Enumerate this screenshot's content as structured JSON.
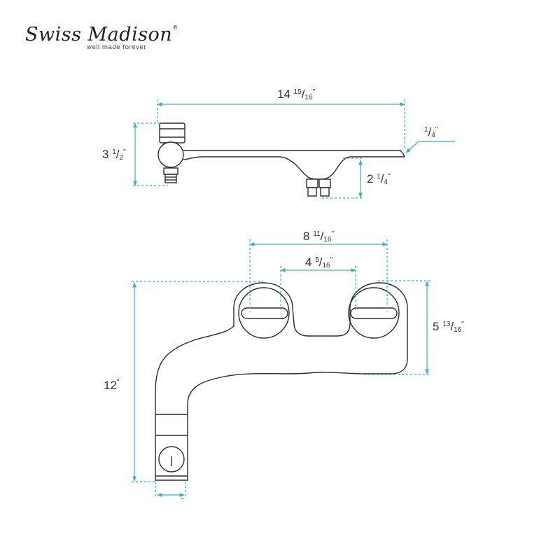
{
  "brand": {
    "name": "Swiss Madison",
    "registered": "®",
    "tagline": "well made forever"
  },
  "colors": {
    "dimension_line": "#3bb0bf",
    "outline": "#2b2b2b",
    "text": "#333333"
  },
  "dimensions": {
    "top_width": {
      "whole": "14",
      "num": "15",
      "den": "16",
      "unit": "\""
    },
    "top_height": {
      "whole": "3",
      "num": "1",
      "den": "2",
      "unit": "\""
    },
    "top_thickness": {
      "whole": "",
      "num": "1",
      "den": "4",
      "unit": "\""
    },
    "top_drop": {
      "whole": "2",
      "num": "1",
      "den": "4",
      "unit": "\""
    },
    "slot_outer": {
      "whole": "8",
      "num": "11",
      "den": "16",
      "unit": "\""
    },
    "slot_inner": {
      "whole": "4",
      "num": "5",
      "den": "16",
      "unit": "\""
    },
    "plate_height": {
      "whole": "5",
      "num": "13",
      "den": "16",
      "unit": "\""
    },
    "overall_length": {
      "whole": "12",
      "unit": "\""
    },
    "bottom_offset": {
      "unit": "\""
    }
  }
}
